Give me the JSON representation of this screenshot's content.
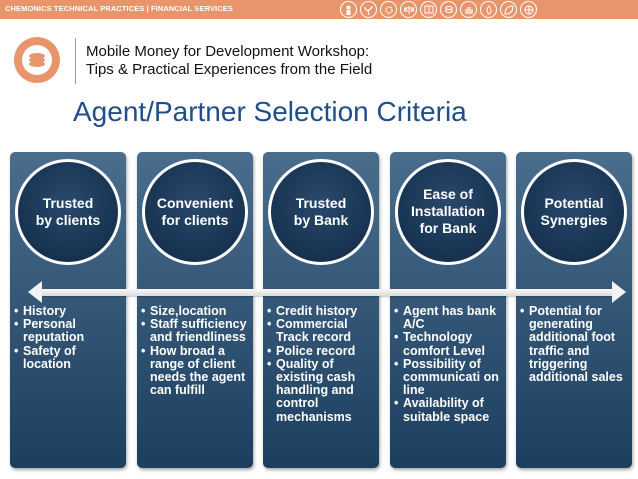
{
  "topbar": {
    "text": "CHEMONICS TECHNICAL PRACTICES | FINANCIAL SERVICES",
    "icons": [
      "person-icon",
      "plant-icon",
      "gear-icon",
      "scales-icon",
      "book-icon",
      "coins-icon",
      "hand-icon",
      "water-icon",
      "leaf-icon",
      "globe-icon"
    ]
  },
  "header": {
    "subtitle_line1": "Mobile Money for Development Workshop:",
    "subtitle_line2": "Tips & Practical Experiences from the Field",
    "title": "Agent/Partner Selection Criteria"
  },
  "columns": [
    {
      "heading": "Trusted\nby clients",
      "items": [
        "History",
        "Personal reputation",
        "Safety of location"
      ]
    },
    {
      "heading": "Convenient\nfor clients",
      "items": [
        "Size,location",
        "Staff sufficiency and friendliness",
        "How broad a range of client needs the agent can fulfill"
      ]
    },
    {
      "heading": "Trusted\nby Bank",
      "items": [
        "Credit history",
        "Commercial Track record",
        "Police record",
        "Quality of existing cash handling and control mechanisms"
      ]
    },
    {
      "heading": "Ease of\nInstallation\nfor Bank",
      "items": [
        "Agent has bank A/C",
        "Technology comfort Level",
        "Possibility of communicati on line",
        "Availability of suitable space"
      ]
    },
    {
      "heading": "Potential\nSynergies",
      "items": [
        "Potential for generating additional foot traffic and triggering additional sales"
      ]
    }
  ],
  "colors": {
    "accent": "#e8956b",
    "title": "#1f4e8a",
    "column": "#2c4f72"
  }
}
